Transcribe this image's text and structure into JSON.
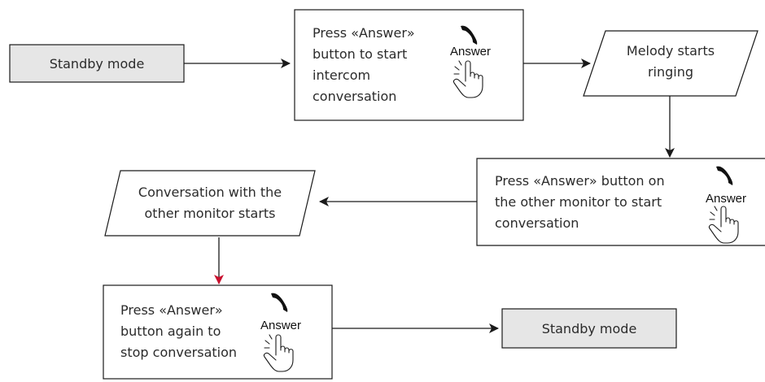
{
  "colors": {
    "standby_fill": "#e6e6e6",
    "arrow_black": "#1a1a1a",
    "arrow_red": "#c8102e"
  },
  "nodes": {
    "standby_top": {
      "label": "Standby mode"
    },
    "press_answer_1": {
      "lines": [
        "Press  «Answer»",
        "button to start",
        "intercom",
        "conversation"
      ],
      "icon_label": "Answer"
    },
    "melody": {
      "lines": [
        "Melody starts",
        "ringing"
      ]
    },
    "press_answer_other": {
      "lines": [
        "Press «Answer» button on",
        "the other monitor to start",
        "conversation"
      ],
      "icon_label": "Answer"
    },
    "conversation_other": {
      "lines": [
        "Conversation with the",
        "other monitor starts"
      ]
    },
    "press_answer_again": {
      "lines": [
        "Press «Answer»",
        "button again to",
        "stop conversation"
      ],
      "icon_label": "Answer"
    },
    "standby_bottom": {
      "label": "Standby mode"
    }
  }
}
